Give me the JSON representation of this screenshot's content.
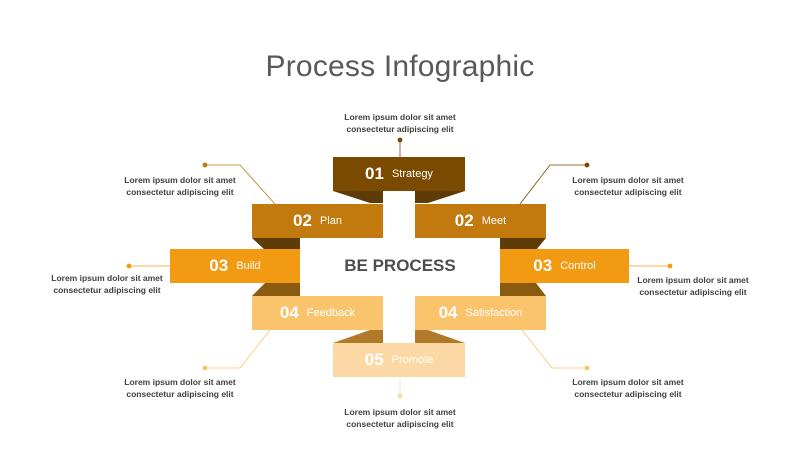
{
  "title": "Process Infographic",
  "center_label": "BE PROCESS",
  "colors": {
    "level1": "#7a4a00",
    "level2": "#c27a0e",
    "level3": "#f29b12",
    "level4": "#fac46c",
    "level5": "#fcd9a4",
    "fold_dark": "#5e3b07",
    "dot_gold": "#e29a2a"
  },
  "steps": [
    {
      "id": "strategy",
      "num": "01",
      "label": "Strategy",
      "desc_line1": "Lorem ipsum dolor sit amet",
      "desc_line2": "consectetur adipiscing elit"
    },
    {
      "id": "plan",
      "num": "02",
      "label": "Plan",
      "desc_line1": "Lorem ipsum dolor sit amet",
      "desc_line2": "consectetur adipiscing elit"
    },
    {
      "id": "meet",
      "num": "02",
      "label": "Meet",
      "desc_line1": "Lorem ipsum dolor sit amet",
      "desc_line2": "consectetur adipiscing elit"
    },
    {
      "id": "build",
      "num": "03",
      "label": "Build",
      "desc_line1": "Lorem ipsum dolor sit amet",
      "desc_line2": "consectetur adipiscing elit"
    },
    {
      "id": "control",
      "num": "03",
      "label": "Control",
      "desc_line1": "Lorem ipsum dolor sit amet",
      "desc_line2": "consectetur adipiscing elit"
    },
    {
      "id": "feedback",
      "num": "04",
      "label": "Feedback",
      "desc_line1": "Lorem ipsum dolor sit amet",
      "desc_line2": "consectetur adipiscing elit"
    },
    {
      "id": "satisfaction",
      "num": "04",
      "label": "Satisfaction",
      "desc_line1": "Lorem ipsum dolor sit amet",
      "desc_line2": "consectetur adipiscing elit"
    },
    {
      "id": "promote",
      "num": "05",
      "label": "Promote",
      "desc_line1": "Lorem ipsum dolor sit amet",
      "desc_line2": "consectetur adipiscing elit"
    }
  ]
}
